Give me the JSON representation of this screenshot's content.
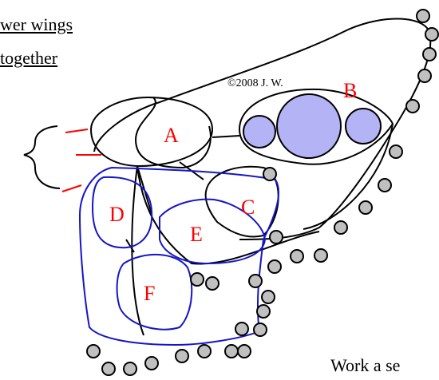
{
  "captions": {
    "line1": "wer wings",
    "line2": "together",
    "bottom": "Work a se"
  },
  "copyright": "©2008 J. W.",
  "regions": {
    "A": "A",
    "B": "B",
    "C": "C",
    "D": "D",
    "E": "E",
    "F": "F"
  },
  "colors": {
    "outline": "#000000",
    "lower_wing": "#1515c8",
    "label": "#ff0000",
    "eyespot_fill": "#b3b3f5",
    "spot_fill": "#c0c0c0"
  }
}
